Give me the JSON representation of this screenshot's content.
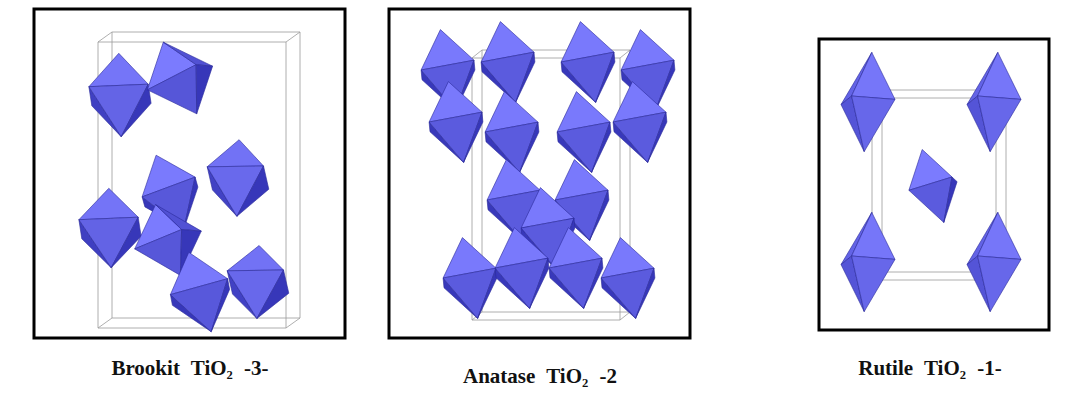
{
  "diagram": {
    "labels": [
      "Brookit TiO₂ -3-",
      "Anatase TiO₂ -2",
      "Rutile TiO₂ -1-"
    ]
  }
}
